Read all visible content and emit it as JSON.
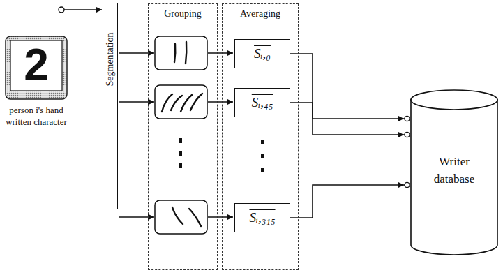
{
  "diagram": {
    "nodes": [
      {
        "text": [
          "Segmentation"
        ]
      },
      {
        "text": [
          "Grouping"
        ]
      },
      {
        "text": [
          "Averaging"
        ]
      },
      {
        "text": [
          "Sᵢ,₀"
        ],
        "in": 2
      },
      {
        "text": [
          "Sᵢ,₄₅"
        ],
        "in": 2
      },
      {
        "text": [
          "Sᵢ,₃₁₅"
        ],
        "in": 2
      },
      {
        "text": [
          "Writer database"
        ]
      }
    ],
    "edges": [
      {
        "from": 3,
        "to": 6,
        "arrow": "to"
      },
      {
        "from": 4,
        "to": 6,
        "arrow": "to"
      },
      {
        "from": 5,
        "to": 6,
        "arrow": "to"
      }
    ],
    "labels": [
      "2",
      "person i's hand written character"
    ]
  }
}
